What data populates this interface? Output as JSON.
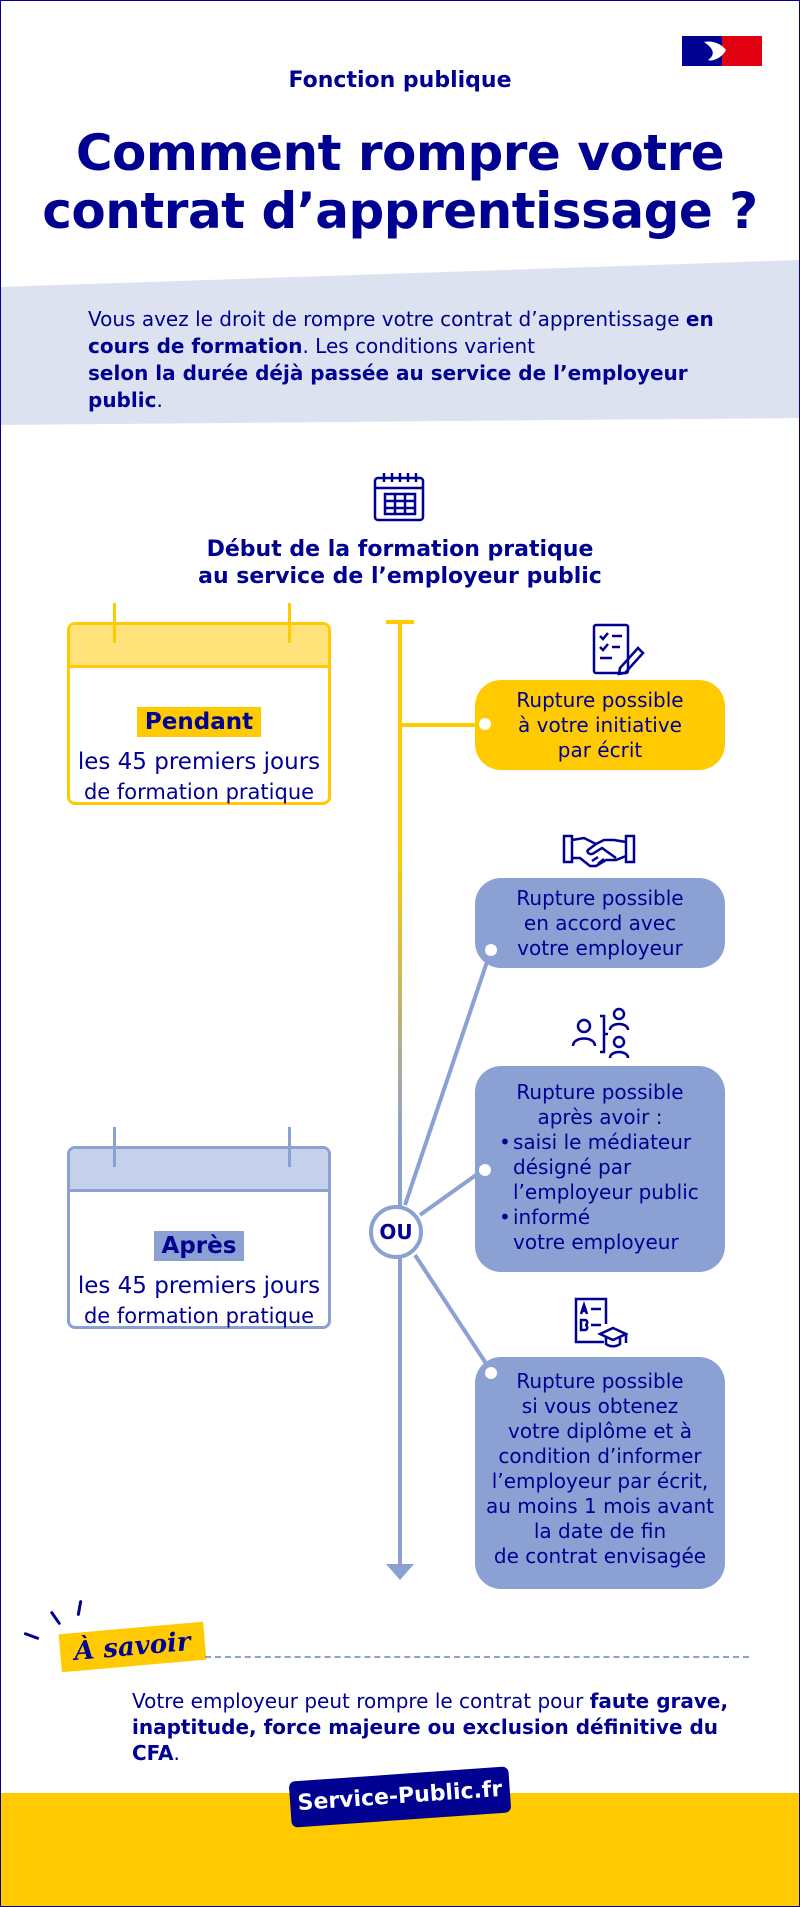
{
  "header": {
    "label": "Fonction publique",
    "logo_icon": "republique-francaise-logo"
  },
  "title": "Comment rompre votre contrat d’apprentissage ?",
  "intro": {
    "text_1": "Vous avez le droit de rompre votre contrat d’apprentissage ",
    "bold_1": "en cours de formation",
    "text_2": ". Les conditions varient ",
    "bold_2": "selon la durée déjà passée au service de l’employeur public",
    "text_3": "."
  },
  "start": {
    "icon": "calendar-icon",
    "line1": "Début de la formation pratique",
    "line2": "au service de l’employeur public"
  },
  "periods": {
    "during": {
      "tag": "Pendant",
      "line1": "les 45 premiers jours",
      "line2": "de formation pratique"
    },
    "after": {
      "tag": "Après",
      "line1": "les 45 premiers jours",
      "line2": "de formation pratique"
    }
  },
  "ou_label": "OU",
  "options": {
    "initiative": {
      "icon": "written-document-icon",
      "lines": [
        "Rupture possible",
        "à votre initiative",
        "par écrit"
      ]
    },
    "agreement": {
      "icon": "handshake-icon",
      "lines": [
        "Rupture possible",
        "en accord avec",
        "votre employeur"
      ]
    },
    "mediator": {
      "icon": "mediation-people-icon",
      "line1": "Rupture possible",
      "line2": "après avoir :",
      "bullet1": [
        "saisi le médiateur",
        "désigné par",
        "l’employeur public"
      ],
      "bullet2": [
        "informé",
        "votre employeur"
      ]
    },
    "diploma": {
      "icon": "diploma-exam-icon",
      "lines": [
        "Rupture possible",
        "si vous obtenez",
        "votre diplôme et à",
        "condition d’informer",
        "l’employeur par écrit,",
        "au moins 1 mois avant",
        "la date de fin",
        "de contrat envisagée"
      ]
    }
  },
  "a_savoir": {
    "badge": "À savoir",
    "text": "Votre employeur peut rompre le contrat pour ",
    "bold": "faute grave, inaptitude, force majeure ou exclusion définitive du CFA",
    "end": "."
  },
  "footer": {
    "logo_text": "Service-Public.fr"
  },
  "colors": {
    "navy": "#000091",
    "yellow": "#ffca00",
    "light_yellow": "#ffe27a",
    "blue": "#8ba0d3",
    "light_blue": "#c5d1ea",
    "band": "#dde2f1"
  }
}
